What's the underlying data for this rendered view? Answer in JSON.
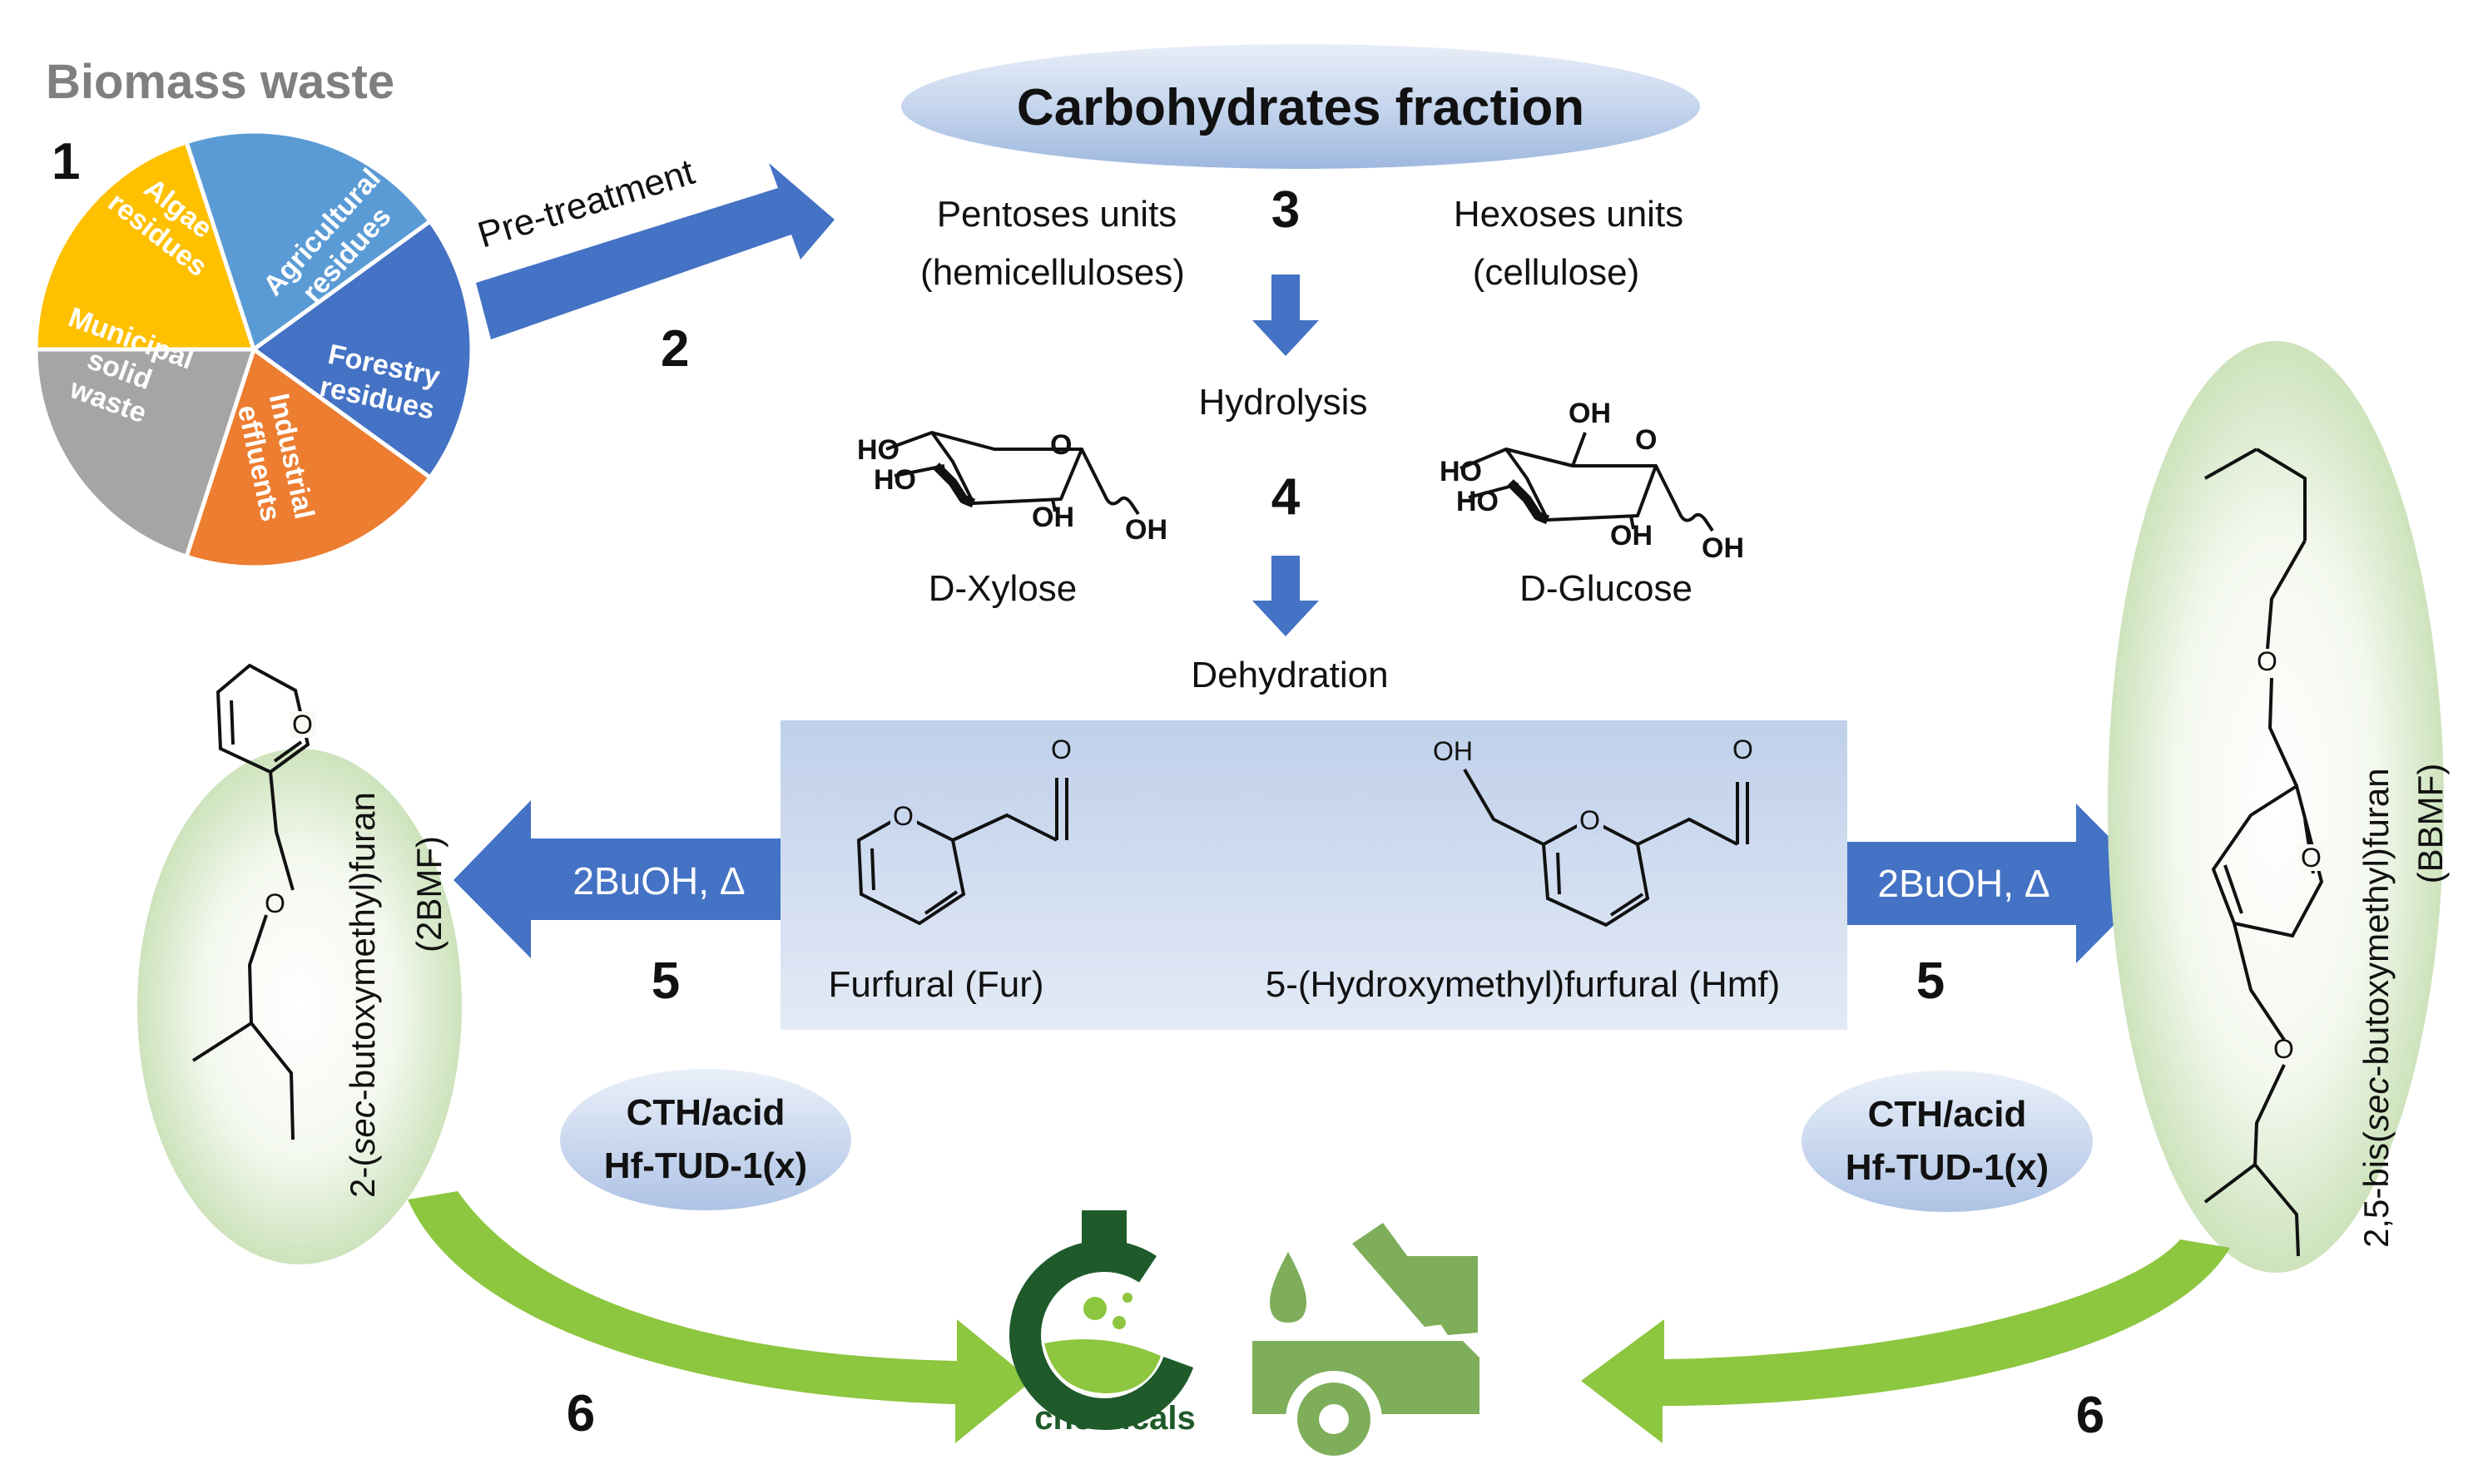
{
  "biomass": {
    "title": "Biomass waste",
    "step": "1",
    "slices": [
      {
        "label_lines": [
          "Algae",
          "residues"
        ],
        "color": "#5b9bd5"
      },
      {
        "label_lines": [
          "Agricultural",
          "residues"
        ],
        "color": "#4472c4"
      },
      {
        "label_lines": [
          "Forestry",
          "residues"
        ],
        "color": "#ed7d31"
      },
      {
        "label_lines": [
          "Industrial",
          "effluents"
        ],
        "color": "#a5a5a5"
      },
      {
        "label_lines": [
          "Municipal",
          "solid",
          "waste"
        ],
        "color": "#ffc000"
      }
    ]
  },
  "pretreatment": {
    "label": "Pre-treatment",
    "step": "2"
  },
  "carbohydrates": {
    "title": "Carbohydrates fraction",
    "step": "3",
    "pentoses_line1": "Pentoses units",
    "pentoses_line2": "(hemicelluloses)",
    "hexoses_line1": "Hexoses units",
    "hexoses_line2": "(cellulose)",
    "hydrolysis": "Hydrolysis",
    "step4": "4",
    "xylose": "D-Xylose",
    "glucose": "D-Glucose",
    "dehydration": "Dehydration",
    "structure_labels": {
      "ho": "HO",
      "oh": "OH",
      "o": "O"
    }
  },
  "furans": {
    "furfural": "Furfural (Fur)",
    "hmf": "5-(Hydroxymethyl)furfural (Hmf)"
  },
  "left_path": {
    "reagent": "2BuOH, Δ",
    "step": "5",
    "catalyst_line1": "CTH/acid",
    "catalyst_line2": "Hf-TUD-1(x)",
    "product_prefix": "2-(",
    "product_italic": "sec",
    "product_suffix": "-butoxymethyl)furan",
    "product_abbr": "(2BMF)",
    "step6": "6"
  },
  "right_path": {
    "reagent": "2BuOH, Δ",
    "step": "5",
    "catalyst_line1": "CTH/acid",
    "catalyst_line2": "Hf-TUD-1(x)",
    "product_prefix": "2,5-bis(",
    "product_italic": "sec",
    "product_suffix": "-butoxymethyl)furan",
    "product_abbr": "(BBMF)",
    "step6": "6"
  },
  "chemicals_label": "chemicals",
  "colors": {
    "blue_arrow": "#4472c4",
    "green_arrow": "#8dc63f",
    "green_ellipse": "#dcebd0",
    "dark_green": "#1e5a2a",
    "car_green": "#7fae5a"
  }
}
